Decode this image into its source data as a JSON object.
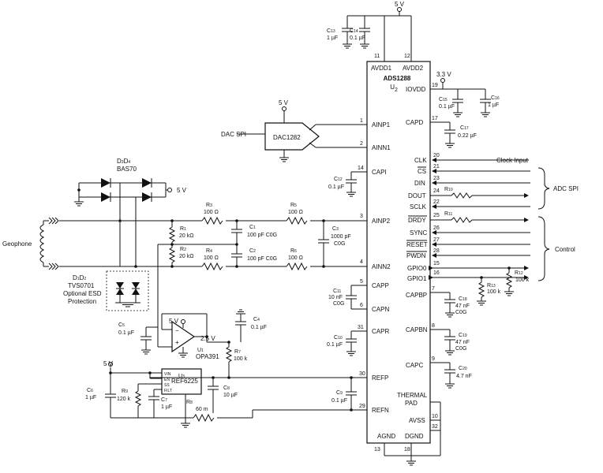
{
  "chip": {
    "name": "ADS1288",
    "ref": "U",
    "ref_sub": "2",
    "pins_left": [
      {
        "num": "3",
        "name": "AINP2"
      },
      {
        "num": "4",
        "name": "AINN2"
      },
      {
        "num": "1",
        "name": "AINP1"
      },
      {
        "num": "2",
        "name": "AINN1"
      },
      {
        "num": "14",
        "name": "CAPI"
      },
      {
        "num": "5",
        "name": "CAPP"
      },
      {
        "num": "6",
        "name": "CAPN"
      },
      {
        "num": "31",
        "name": "CAPR"
      },
      {
        "num": "30",
        "name": "REFP"
      },
      {
        "num": "29",
        "name": "REFN"
      }
    ],
    "pins_right": [
      {
        "num": "19",
        "name": "IOVDD"
      },
      {
        "num": "17",
        "name": "CAPD"
      },
      {
        "num": "20",
        "name": "CLK"
      },
      {
        "num": "21",
        "name": "CS"
      },
      {
        "num": "23",
        "name": "DIN"
      },
      {
        "num": "24",
        "name": "DOUT"
      },
      {
        "num": "22",
        "name": "SCLK"
      },
      {
        "num": "25",
        "name": "DRDY"
      },
      {
        "num": "26",
        "name": "SYNC"
      },
      {
        "num": "27",
        "name": "RESET"
      },
      {
        "num": "28",
        "name": "PWDN"
      },
      {
        "num": "15",
        "name": "GPIO0"
      },
      {
        "num": "16",
        "name": "GPIO1"
      },
      {
        "num": "7",
        "name": "CAPBP"
      },
      {
        "num": "8",
        "name": "CAPBN"
      },
      {
        "num": "9",
        "name": "CAPC"
      },
      {
        "num": "10",
        "name": "AVSS"
      },
      {
        "num": "32",
        "name": ""
      }
    ],
    "pins_top": [
      {
        "num": "11",
        "name": "AVDD1"
      },
      {
        "num": "12",
        "name": "AVDD2"
      }
    ],
    "pins_bottom": [
      {
        "num": "13",
        "name": "AGND"
      },
      {
        "num": "18",
        "name": "DGND"
      }
    ],
    "thermal_line1": "THERMAL",
    "thermal_line2": "PAD"
  },
  "rails": {
    "v5": "5 V",
    "v33": "3.3 V"
  },
  "components": {
    "c13": {
      "ref": "C",
      "sub": "13",
      "value": "1 µF"
    },
    "c14": {
      "ref": "C",
      "sub": "14",
      "value": "0.1 µF"
    },
    "c15": {
      "ref": "C",
      "sub": "15",
      "value": "0.1 µF"
    },
    "c16": {
      "ref": "C",
      "sub": "16",
      "value": "1 µF"
    },
    "c17": {
      "ref": "C",
      "sub": "17",
      "value": "0.22 µF"
    },
    "c12": {
      "ref": "C",
      "sub": "12",
      "value": "0.1 µF"
    },
    "c11": {
      "ref": "C",
      "sub": "11",
      "value": "10 nF",
      "value2": "C0G"
    },
    "c10": {
      "ref": "C",
      "sub": "10",
      "value": "0.1 µF"
    },
    "c9": {
      "ref": "C",
      "sub": "9",
      "value": "0.1 µF"
    },
    "c18": {
      "ref": "C",
      "sub": "18",
      "value": "47 nF",
      "value2": "C0G"
    },
    "c19": {
      "ref": "C",
      "sub": "19",
      "value": "47 nF",
      "value2": "C0G"
    },
    "c20": {
      "ref": "C",
      "sub": "20",
      "value": "4.7 nF"
    },
    "c1": {
      "ref": "C",
      "sub": "1",
      "value": "100 pF C0G"
    },
    "c2": {
      "ref": "C",
      "sub": "2",
      "value": "100 pF C0G"
    },
    "c3": {
      "ref": "C",
      "sub": "3",
      "value": "1000 pF",
      "value2": "C0G"
    },
    "c4": {
      "ref": "C",
      "sub": "4",
      "value": "0.1 µF"
    },
    "c5": {
      "ref": "C",
      "sub": "5",
      "value": "0.1 µF"
    },
    "c6": {
      "ref": "C",
      "sub": "6",
      "value": "1 µF"
    },
    "c7": {
      "ref": "C",
      "sub": "7",
      "value": "1 µF"
    },
    "c8": {
      "ref": "C",
      "sub": "8",
      "value": "10 µF"
    },
    "r1": {
      "ref": "R",
      "sub": "1",
      "value": "20 kΩ"
    },
    "r2": {
      "ref": "R",
      "sub": "2",
      "value": "20 kΩ"
    },
    "r3": {
      "ref": "R",
      "sub": "3",
      "value": "100 Ω"
    },
    "r4": {
      "ref": "R",
      "sub": "4",
      "value": "100 Ω"
    },
    "r5": {
      "ref": "R",
      "sub": "5",
      "value": "100 Ω"
    },
    "r6": {
      "ref": "R",
      "sub": "6",
      "value": "100 Ω"
    },
    "r7": {
      "ref": "R",
      "sub": "7",
      "value": "100 k"
    },
    "r8": {
      "ref": "R",
      "sub": "8",
      "value": "60 m"
    },
    "r9": {
      "ref": "R",
      "sub": "9",
      "value": "120 k"
    },
    "r10": {
      "ref": "R",
      "sub": "10"
    },
    "r11": {
      "ref": "R",
      "sub": "11"
    },
    "r12": {
      "ref": "R",
      "sub": "12",
      "value": "100 k"
    },
    "r13": {
      "ref": "R",
      "sub": "13",
      "value": "100 k"
    },
    "d3d4": {
      "ref": "D",
      "sub": "3",
      "ref2": "D",
      "sub2": "4",
      "part": "BAS70"
    },
    "d1d2": {
      "ref": "D",
      "sub": "1",
      "ref2": "D",
      "sub2": "2",
      "part": "TVS0701",
      "note1": "Optional ESD",
      "note2": "Protection"
    },
    "u1": {
      "ref": "U",
      "sub": "1",
      "part": "OPA391"
    },
    "u3": {
      "ref": "U",
      "sub": "3",
      "part": "REF6225",
      "pins": [
        "VIN",
        "EN",
        "SS",
        "FILT"
      ]
    },
    "dac": {
      "part": "DAC1282"
    },
    "v25": "2.5 V"
  },
  "labels": {
    "dac_spi": "DAC SPI",
    "geophone": "Geophone",
    "clock_input": "Clock Input",
    "adc_spi": "ADC SPI",
    "control": "Control"
  }
}
